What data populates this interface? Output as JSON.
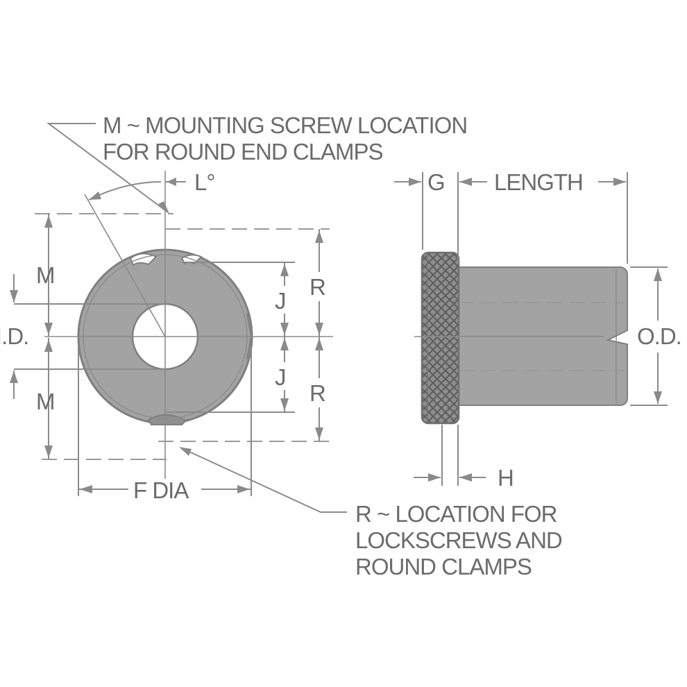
{
  "labels": {
    "m_note_line1": "M ~ MOUNTING SCREW LOCATION",
    "m_note_line2": "FOR ROUND END CLAMPS",
    "l_angle": "L°",
    "m_top": "M",
    "m_bottom": "M",
    "id": "I.D.",
    "j_top": "J",
    "j_bottom": "J",
    "r_top": "R",
    "r_bottom": "R",
    "f_dia": "F DIA",
    "g": "G",
    "length": "LENGTH",
    "od": "O.D.",
    "h": "H",
    "r_note_line1": "R ~ LOCATION FOR",
    "r_note_line2": "LOCKSCREWS AND",
    "r_note_line3": "ROUND CLAMPS"
  },
  "colors": {
    "part_fill": "#a3a3a3",
    "part_stroke": "#7f7f7f",
    "line": "#8a8a8a",
    "text": "#6b6b6b",
    "background": "#ffffff"
  }
}
